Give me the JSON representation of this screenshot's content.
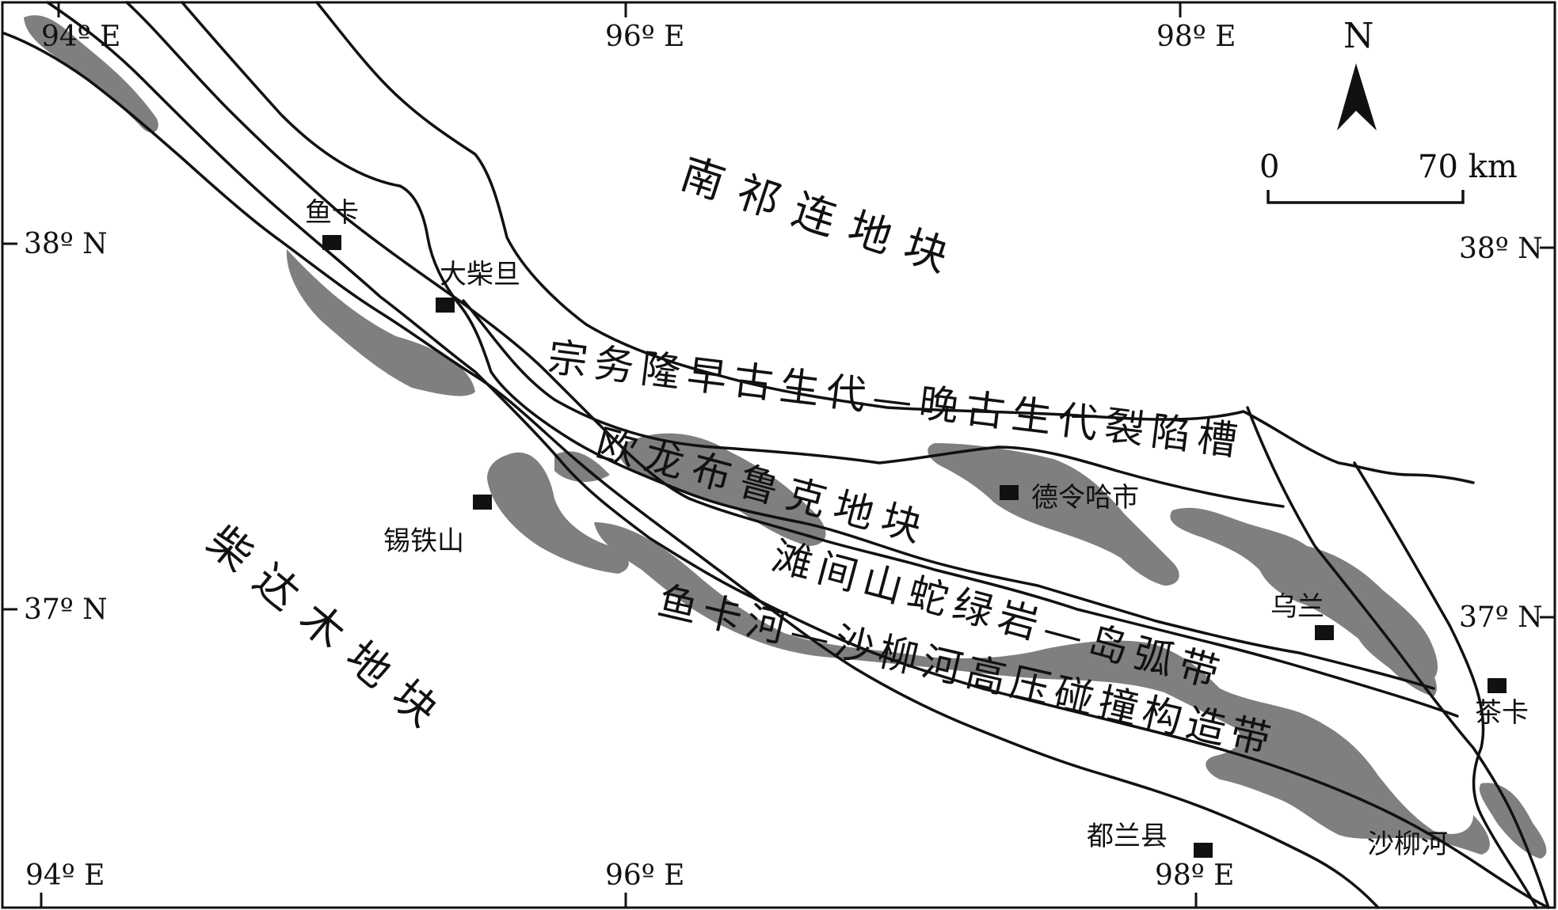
{
  "colors": {
    "background": "#ffffff",
    "line": "#111111",
    "ophiolite_rock_fill": "#7f7f7f"
  },
  "coordinates": {
    "top_lon_94": "94º E",
    "top_lon_96": "96º E",
    "top_lon_98": "98º E",
    "bottom_lon_94": "94º E",
    "bottom_lon_96": "96º E",
    "bottom_lon_98": "98º E",
    "left_lat_38": "38º N",
    "left_lat_37": "37º N",
    "right_lat_38": "38º N",
    "right_lat_37": "37º N"
  },
  "north_arrow": {
    "label": "N",
    "icon": "north-arrow-icon"
  },
  "scale_bar": {
    "zero": "0",
    "distance": "70 km"
  },
  "tectonic_units": {
    "south_qilian": "南祁连地块",
    "qaidam": "柴达木地块",
    "zongwulong": "宗务隆早古生代—晚古生代裂陷槽",
    "oulongbuluke": "欧龙布鲁克地块",
    "tanjianshan": "滩间山蛇绿岩—岛弧带",
    "yukahe_shaliuhe": "鱼卡河—沙柳河高压碰撞构造带"
  },
  "towns": {
    "yuka": "鱼卡",
    "dachaidan": "大柴旦",
    "xitieshan": "锡铁山",
    "delingha": "德令哈市",
    "wulan": "乌兰",
    "chaka": "茶卡",
    "dulan": "都兰县",
    "shaliuhe": "沙柳河"
  }
}
